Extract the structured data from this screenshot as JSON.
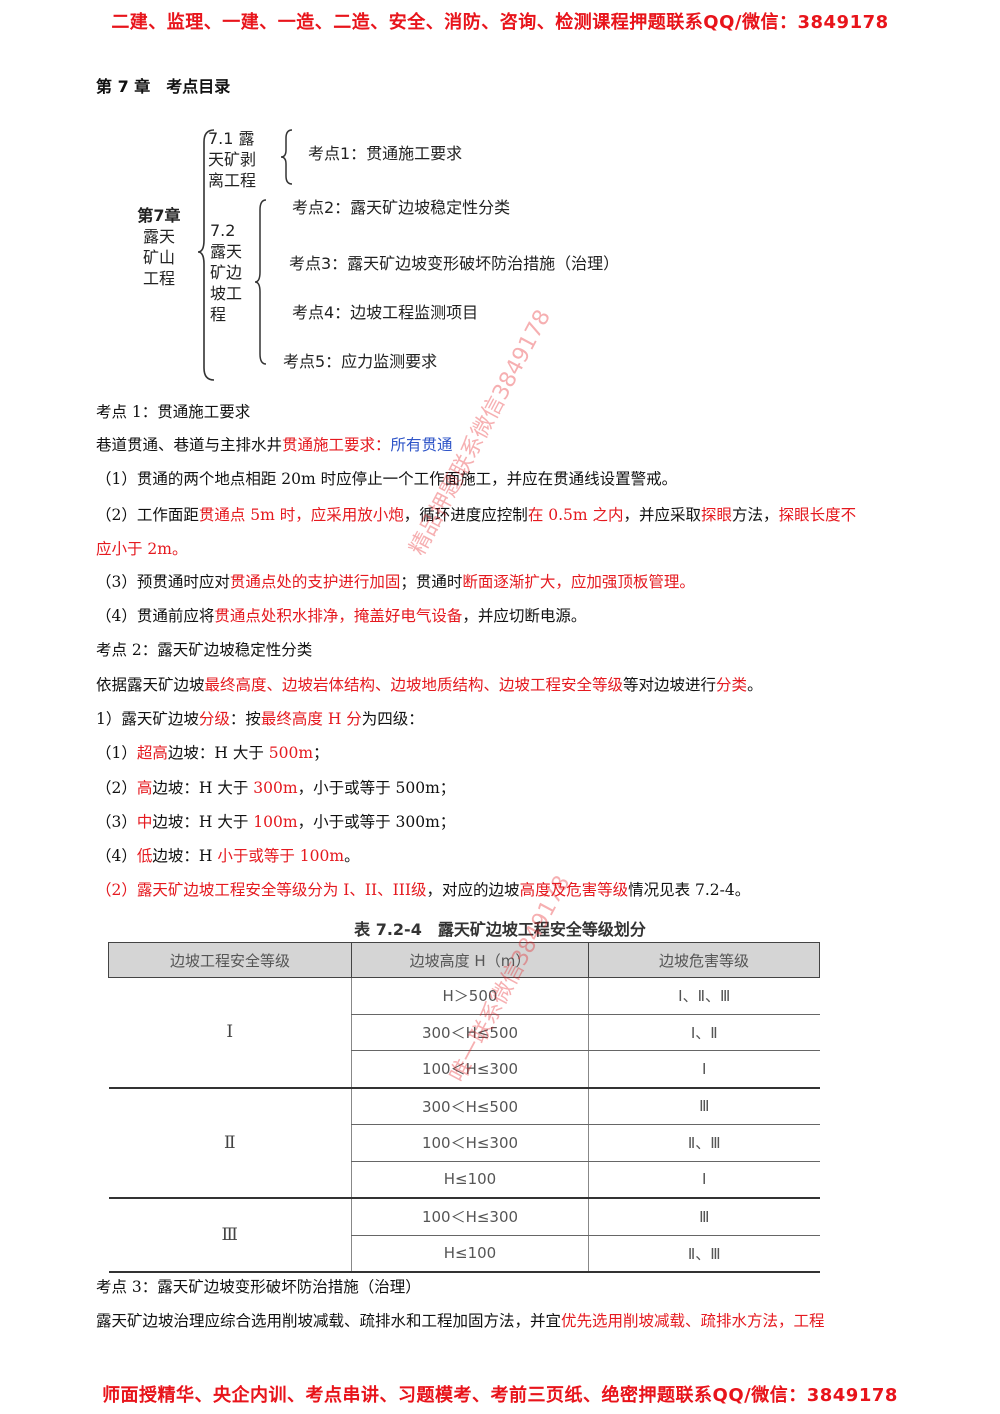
{
  "header": "二建、监理、一建、一造、二造、安全、消防、咨询、检测课程押题联系QQ/微信：3849178",
  "footer": "师面授精华、央企内训、考点串讲、习题模考、考前三页纸、绝密押题联系QQ/微信：3849178",
  "chapter_title": "第 7 章　考点目录",
  "mindmap": {
    "root": [
      "第7章",
      "露天",
      "矿山",
      "工程"
    ],
    "sec1": [
      "7.1 露",
      "天矿剥",
      "离工程"
    ],
    "sec2": [
      "7.2",
      "露天",
      "矿边",
      "坡工",
      "程"
    ],
    "kd1": "考点1：贯通施工要求",
    "kd2": "考点2：露天矿边坡稳定性分类",
    "kd3": "考点3：露天矿边坡变形破坏防治措施（治理）",
    "kd4": "考点4：边坡工程监测项目",
    "kd5": "考点5：应力监测要求"
  },
  "lines": {
    "l1": "考点 1：贯通施工要求",
    "l2a": "巷道贯通、巷道与主排水井",
    "l2b": "贯通施工要求：",
    "l2c": "所有贯通",
    "l3": "（1）贯通的两个地点相距 20m 时应停止一个工作面施工，并应在贯通线设置警戒。",
    "l4a": "（2）工作面距",
    "l4b": "贯通点 5m 时，应采用放小炮",
    "l4c": "，循环进度应控制",
    "l4d": "在 0.5m 之内",
    "l4e": "，并应采取",
    "l4f": "探眼",
    "l4g": "方法，",
    "l4h": "探眼长度不",
    "l5": "应小于 2m。",
    "l6a": "（3）预贯通时应对",
    "l6b": "贯通点处的支护进行加固",
    "l6c": "；贯通时",
    "l6d": "断面逐渐扩大，应加强顶板管理。",
    "l7a": "（4）贯通前应将",
    "l7b": "贯通点处积水排净，掩盖好电气设备",
    "l7c": "，并应切断电源。",
    "l8": "考点 2：露天矿边坡稳定性分类",
    "l9a": "依据露天矿边坡",
    "l9b": "最终高度、边坡岩体结构、边坡地质结构、边坡工程安全等级",
    "l9c": "等对边坡进行",
    "l9d": "分类",
    "l9e": "。",
    "l10a": "1）露天矿边坡",
    "l10b": "分级",
    "l10c": "：按",
    "l10d": "最终高度 H 分",
    "l10e": "为四级：",
    "l11a": "（1）",
    "l11b": "超高",
    "l11c": "边坡：H 大于 ",
    "l11d": "500m",
    "l11e": "；",
    "l12a": "（2）",
    "l12b": "高",
    "l12c": "边坡：H 大于 ",
    "l12d": "300m",
    "l12e": "，小于或等于 500m；",
    "l13a": "（3）",
    "l13b": "中",
    "l13c": "边坡：H 大于 ",
    "l13d": "100m",
    "l13e": "，小于或等于 300m；",
    "l14a": "（4）",
    "l14b": "低",
    "l14c": "边坡：H ",
    "l14d": "小于或等于 100m",
    "l14e": "。",
    "l15a": "（2）露天矿边坡工程",
    "l15b": "安全等级分为 I、II、III级",
    "l15c": "，对应的边坡",
    "l15d": "高度及危害等级",
    "l15e": "情况见表 7.2-4。",
    "l16": "考点 3：露天矿边坡变形破坏防治措施（治理）",
    "l17a": "露天矿边坡治理应综合选用削坡减载、疏排水和工程加固方法，并宜",
    "l17b": "优先选用削坡减载、疏排水方法，工程"
  },
  "table": {
    "title": "表 7.2-4　露天矿边坡工程安全等级划分",
    "headers": [
      "边坡工程安全等级",
      "边坡高度 H（m）",
      "边坡危害等级"
    ],
    "groups": [
      {
        "grade": "Ⅰ",
        "rows": [
          [
            "H＞500",
            "Ⅰ、Ⅱ、Ⅲ"
          ],
          [
            "300＜H≤500",
            "Ⅰ、Ⅱ"
          ],
          [
            "100＜H≤300",
            "Ⅰ"
          ]
        ]
      },
      {
        "grade": "Ⅱ",
        "rows": [
          [
            "300＜H≤500",
            "Ⅲ"
          ],
          [
            "100＜H≤300",
            "Ⅱ、Ⅲ"
          ],
          [
            "H≤100",
            "Ⅰ"
          ]
        ]
      },
      {
        "grade": "Ⅲ",
        "rows": [
          [
            "100＜H≤300",
            "Ⅲ"
          ],
          [
            "H≤100",
            "Ⅱ、Ⅲ"
          ]
        ]
      }
    ]
  },
  "watermarks": [
    "精品押题联系微信3849178",
    "唯一联系微信3849178"
  ]
}
